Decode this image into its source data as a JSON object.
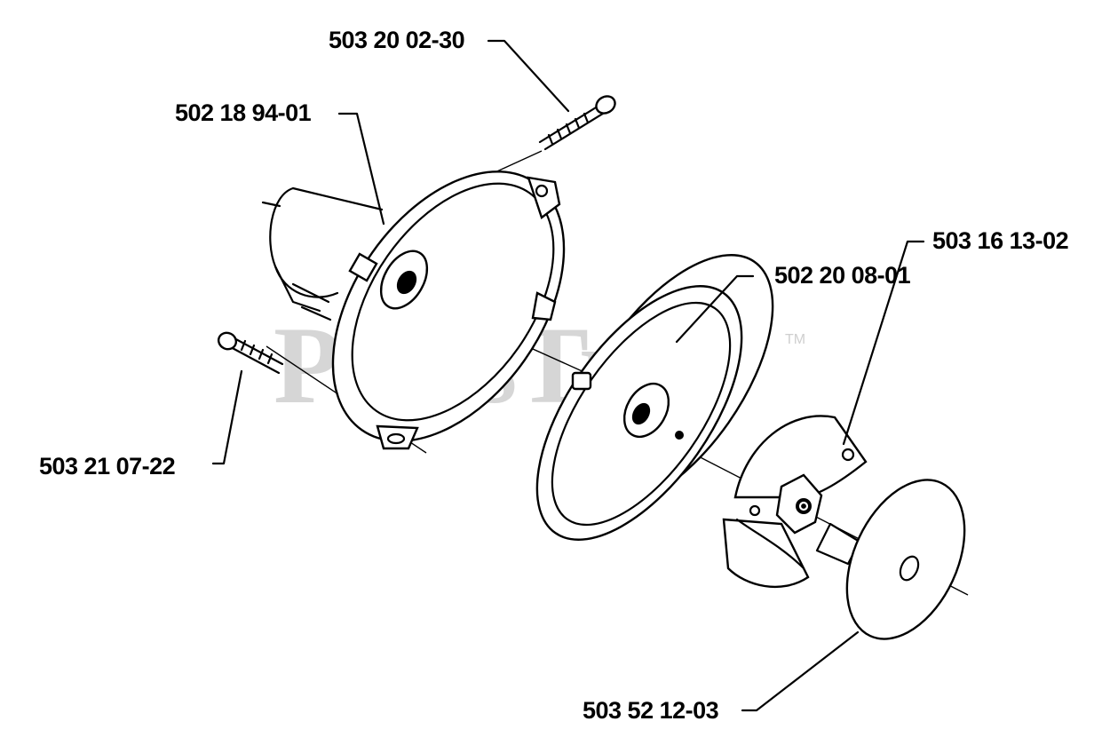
{
  "watermark": {
    "text": "PartsTree",
    "trademark": "TM"
  },
  "parts": [
    {
      "id": "screw-top",
      "number": "503 20 02-30"
    },
    {
      "id": "clutch-housing",
      "number": "502 18 94-01"
    },
    {
      "id": "clutch-drum",
      "number": "502 20 08-01"
    },
    {
      "id": "clutch-assembly",
      "number": "503 16 13-02"
    },
    {
      "id": "screw-bottom",
      "number": "503 21 07-22"
    },
    {
      "id": "washer",
      "number": "503 52 12-03"
    }
  ]
}
